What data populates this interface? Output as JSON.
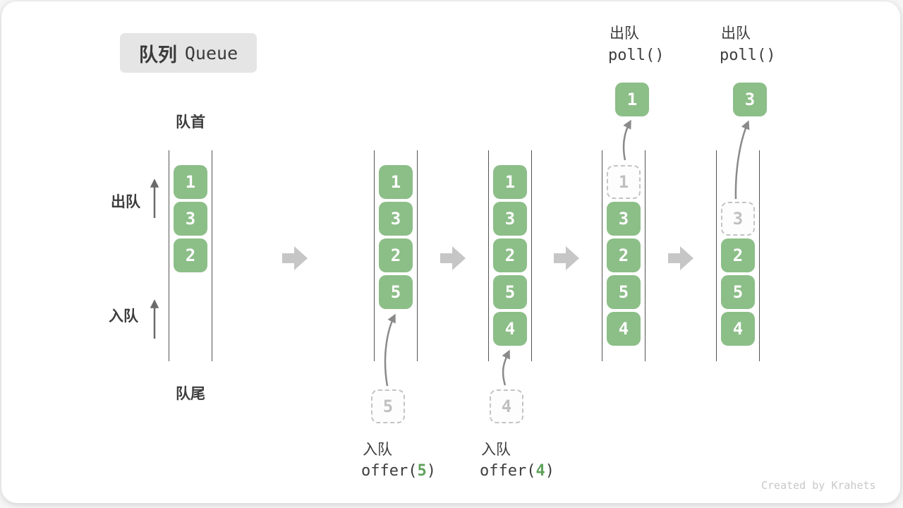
{
  "title": {
    "zh": "队列",
    "en": "Queue"
  },
  "labels": {
    "front": "队首",
    "rear": "队尾",
    "dequeue_side": "出队",
    "enqueue_side": "入队"
  },
  "states": [
    {
      "items": [
        "1",
        "3",
        "2"
      ]
    },
    {
      "items": [
        "1",
        "3",
        "2",
        "5"
      ]
    },
    {
      "items": [
        "1",
        "3",
        "2",
        "5",
        "4"
      ]
    },
    {
      "ghost": "1",
      "items": [
        "3",
        "2",
        "5",
        "4"
      ]
    },
    {
      "ghost": "3",
      "items": [
        "2",
        "5",
        "4"
      ]
    }
  ],
  "operations": {
    "enqueue_5": {
      "label": "入队",
      "fn": "offer(",
      "arg": "5",
      "close": ")",
      "pending": "5"
    },
    "enqueue_4": {
      "label": "入队",
      "fn": "offer(",
      "arg": "4",
      "close": ")",
      "pending": "4"
    },
    "poll_1": {
      "label": "出队",
      "code": "poll()",
      "result": "1"
    },
    "poll_2": {
      "label": "出队",
      "code": "poll()",
      "result": "3"
    }
  },
  "watermark": "Created by Krahets",
  "colors": {
    "element_green": "#8cbe88",
    "arg_green": "#5fa15b",
    "ghost_border": "#c4c4c4",
    "block_arrow": "#c6c6c6",
    "thin_arrow": "#8a8a8a",
    "rail_line": "#545454",
    "badge_bg": "#e5e5e5",
    "text_dark": "#3d3d3d"
  }
}
